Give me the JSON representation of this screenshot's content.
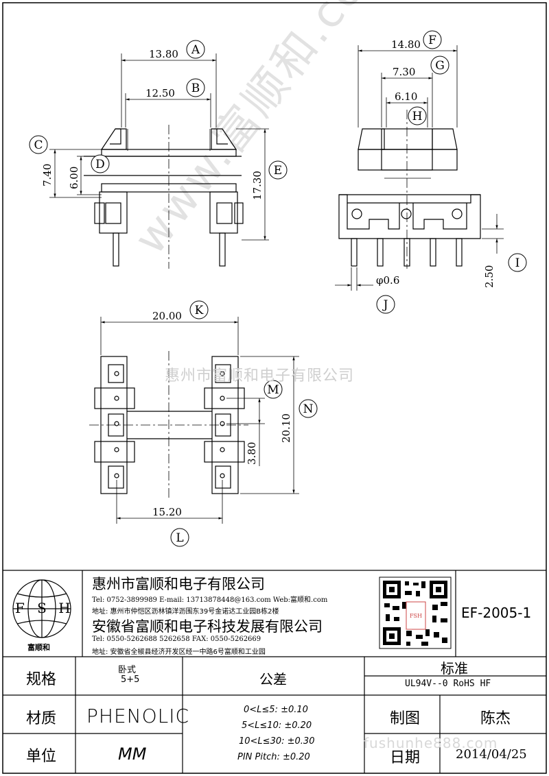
{
  "dimensions": [
    {
      "id": "A",
      "value": "13.80"
    },
    {
      "id": "B",
      "value": "12.50"
    },
    {
      "id": "C",
      "value": "7.40"
    },
    {
      "id": "D",
      "value": "6.00"
    },
    {
      "id": "E",
      "value": "17.30"
    },
    {
      "id": "F",
      "value": "14.80"
    },
    {
      "id": "G",
      "value": "7.30"
    },
    {
      "id": "H",
      "value": "6.10"
    },
    {
      "id": "I",
      "value": "2.50"
    },
    {
      "id": "J",
      "value": "φ0.6"
    },
    {
      "id": "K",
      "value": "20.00"
    },
    {
      "id": "L",
      "value": "15.20"
    },
    {
      "id": "M",
      "value": "3.80"
    },
    {
      "id": "N",
      "value": "20.10"
    }
  ],
  "watermark": {
    "company_cn": "惠州市富顺和电子有限公司",
    "diagonal": "www.富顺和.com",
    "site": "fushunhe888.com"
  },
  "logo": {
    "letters": [
      "F",
      "S",
      "H"
    ],
    "name": "富顺和"
  },
  "company": {
    "name1": "惠州市富顺和电子有限公司",
    "line1": "Tel:  0752-3899989  E-mail: 13713878448@163.com  Web:富顺和.com",
    "line2": "地址: 惠州市仲恺区沥林镇洋沥围东39号金诺达工业园B栋2楼",
    "name2": "安徽省富顺和电子科技发展有限公司",
    "line3": "Tel:  0550-5262688  5262658      FAX: 0550-5262669",
    "line4": "地址: 安徽省全椒县经济开发区经一中路6号富顺和工业园"
  },
  "part_number": "EF-2005-1",
  "table": {
    "spec_label": "规格",
    "spec_value1": "卧式",
    "spec_value2": "5+5",
    "tolerance_label": "公差",
    "standard_label": "标准",
    "standard_value": "UL94V--0  RoHS HF",
    "material_label": "材质",
    "material_value": "PHENOLIC",
    "tol1": "0<L≤5: ±0.10",
    "tol2": "5<L≤10: ±0.20",
    "tol3": "10<L≤30: ±0.30",
    "tol4": "PIN Pitch: ±0.20",
    "drawn_label": "制图",
    "drawn_value": "陈杰",
    "unit_label": "单位",
    "unit_value": "MM",
    "date_label": "日期",
    "date_value": "2014/04/25"
  }
}
